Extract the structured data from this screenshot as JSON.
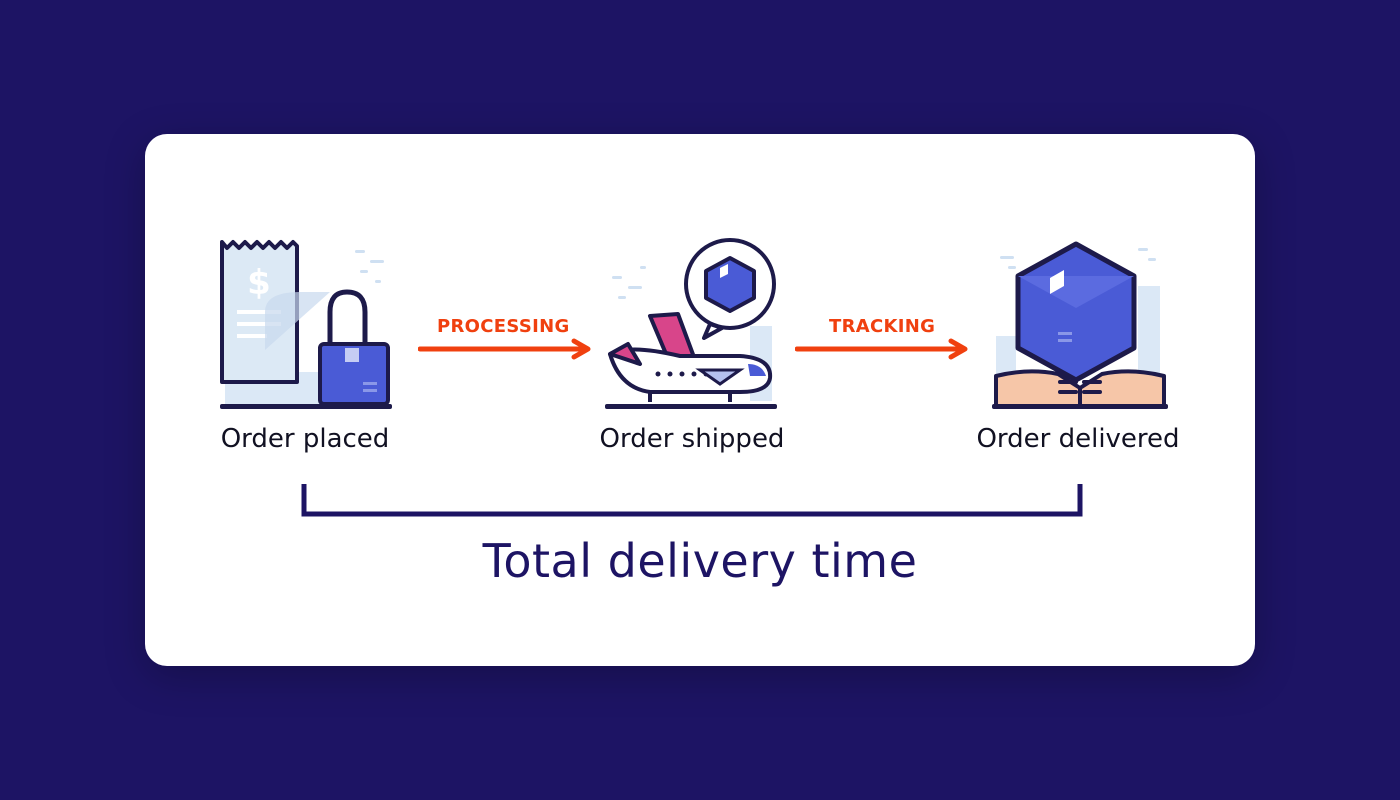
{
  "steps": [
    {
      "label": "Order placed",
      "icon": "receipt-bag-icon"
    },
    {
      "label": "Order shipped",
      "icon": "airplane-package-icon"
    },
    {
      "label": "Order delivered",
      "icon": "hands-package-icon"
    }
  ],
  "transitions": [
    {
      "label": "PROCESSING"
    },
    {
      "label": "TRACKING"
    }
  ],
  "total_label": "Total delivery time",
  "colors": {
    "background": "#1d1464",
    "card": "#ffffff",
    "accent": "#f0400f",
    "navy": "#1d1464",
    "package_blue": "#4a5bd6"
  }
}
